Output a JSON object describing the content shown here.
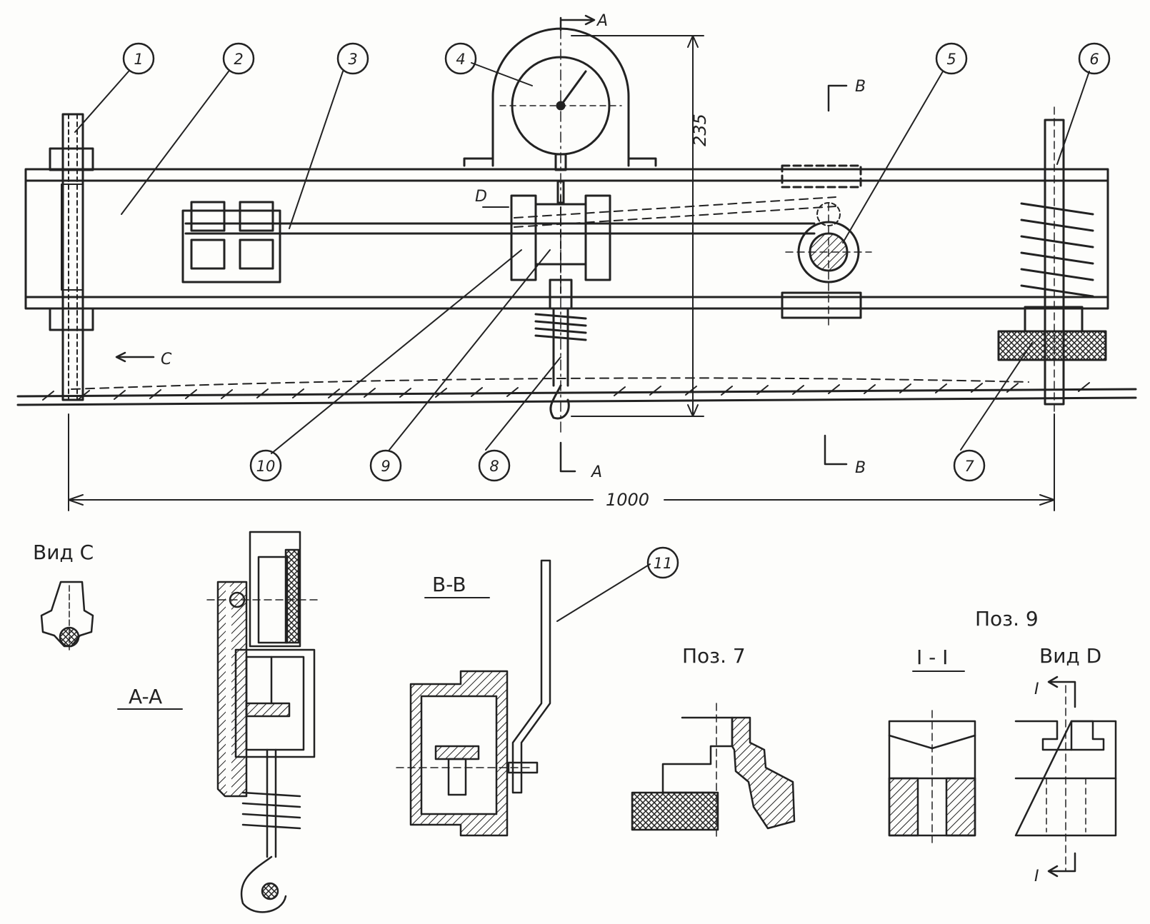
{
  "callouts": [
    "1",
    "2",
    "3",
    "4",
    "5",
    "6",
    "7",
    "8",
    "9",
    "10",
    "11"
  ],
  "section_marks": {
    "a": "A",
    "b": "B",
    "c": "C",
    "d": "D",
    "i": "I"
  },
  "dimensions": {
    "height": "235",
    "length": "1000"
  },
  "views": {
    "view_c": "Вид C",
    "section_aa": "A-A",
    "section_bb": "B-B",
    "pos7": "Поз. 7",
    "pos9": "Поз. 9",
    "section_ii": "I - I",
    "view_d": "Вид D"
  },
  "colors": {
    "ink": "#222222",
    "paper": "#fdfdfb"
  }
}
